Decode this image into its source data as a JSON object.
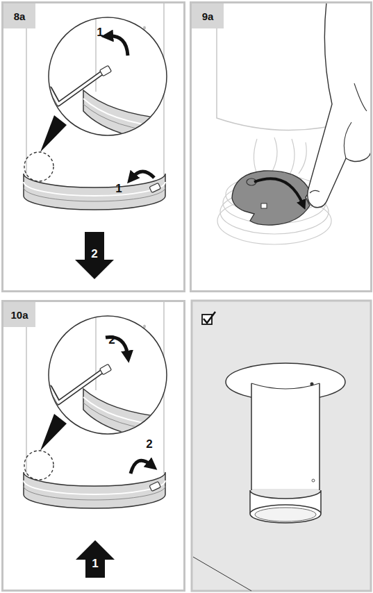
{
  "diagram": {
    "nodes": [
      {
        "text": [
          "8a"
        ]
      },
      {
        "text": [
          "9a"
        ]
      },
      {
        "text": [
          "10a"
        ]
      }
    ],
    "labels": [
      "1",
      "1",
      "2",
      "2",
      "2",
      "1"
    ]
  }
}
